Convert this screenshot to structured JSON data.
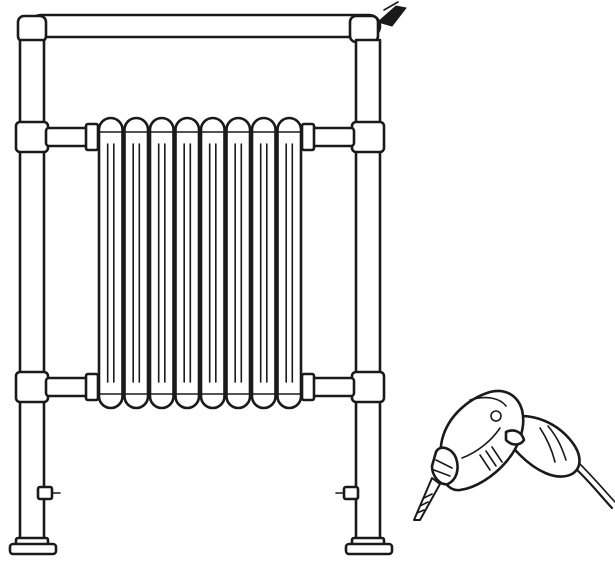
{
  "illustration": {
    "subjects": [
      "towel-radiator",
      "power-drill"
    ],
    "palette": {
      "line": "#1a1a1a",
      "fill": "#ffffff",
      "background": "#ffffff"
    },
    "radiator": {
      "column_sections": 8
    }
  }
}
